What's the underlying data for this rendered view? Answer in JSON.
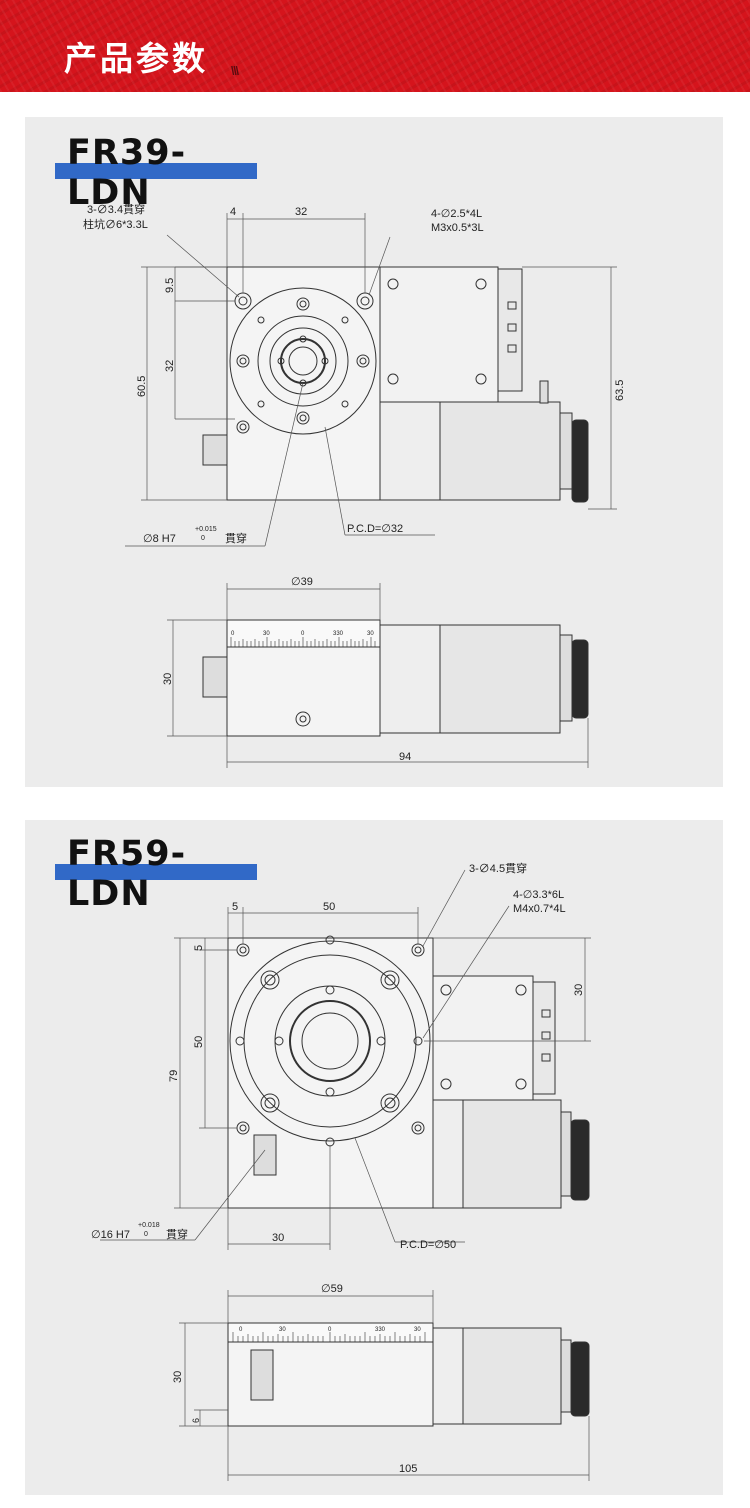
{
  "banner": {
    "title": "产品参数",
    "marks": "\\\\\\"
  },
  "fr39": {
    "model": "FR39-LDN",
    "note_holes_1": "3-∅3.4貫穿",
    "note_holes_2": "柱坑∅6*3.3L",
    "note_tap_1": "4-∅2.5*4L",
    "note_tap_2": "M3x0.5*3L",
    "dim_4": "4",
    "dim_32_top": "32",
    "dim_9_5": "9.5",
    "dim_32_side": "32",
    "dim_60_5": "60.5",
    "dim_63_5": "63.5",
    "bore": "∅8 H7",
    "bore_tol_up": "+0.015",
    "bore_tol_low": "0",
    "bore_suffix": "貫穿",
    "pcd": "P.C.D=∅32",
    "dia": "∅39",
    "height": "30",
    "length": "94",
    "scale": [
      "0",
      "30",
      "0",
      "330",
      "30"
    ]
  },
  "fr59": {
    "model": "FR59-LDN",
    "note_holes": "3-∅4.5貫穿",
    "note_tap_1": "4-∅3.3*6L",
    "note_tap_2": "M4x0.7*4L",
    "dim_5_top": "5",
    "dim_50_top": "50",
    "dim_5_side": "5",
    "dim_50_side": "50",
    "dim_79": "79",
    "dim_30_right": "30",
    "dim_30_bottom": "30",
    "bore": "∅16 H7",
    "bore_tol_up": "+0.018",
    "bore_tol_low": "0",
    "bore_suffix": "貫穿",
    "pcd": "P.C.D=∅50",
    "dia": "∅59",
    "height": "30",
    "dim_6": "6",
    "length": "105",
    "scale": [
      "0",
      "30",
      "0",
      "330",
      "30"
    ]
  }
}
